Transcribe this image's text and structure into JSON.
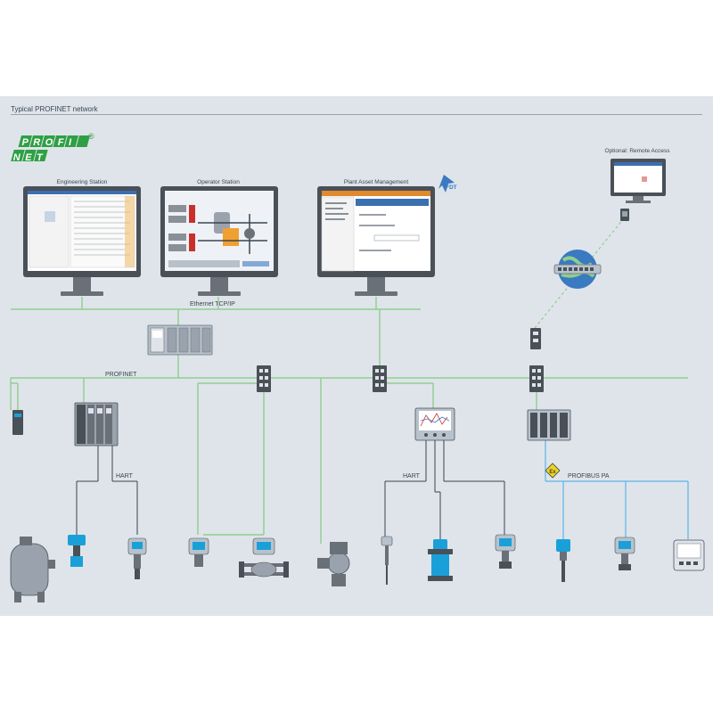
{
  "header": {
    "title": "Typical PROFINET network"
  },
  "logo": {
    "line1": "PROFI",
    "line2": "NET",
    "mark": "®"
  },
  "fdt_logo": "FDT",
  "stations": {
    "engineering": "Engineering Station",
    "operator": "Operator Station",
    "asset": "Plant Asset Management",
    "remote": "Optional: Remote Access"
  },
  "networks": {
    "ethernet": "Ethernet TCP/IP",
    "profinet": "PROFINET",
    "hart_left": "HART",
    "hart_right": "HART",
    "profibus": "PROFIBUS PA",
    "ex": "Ex"
  },
  "colors": {
    "panel": "#dfe4ea",
    "ethernet_line": "#8fce8f",
    "profinet_line": "#8fce8f",
    "hart_line": "#3a4450",
    "profibus_line": "#5ab4e6",
    "device_blue": "#1aa0d8",
    "profinet_logo": "#2ea043",
    "ex_badge": "#f2d21b"
  },
  "icons": [
    "plc-icon",
    "switch-icon",
    "globe-icon",
    "remote-io-icon",
    "recorder-icon",
    "tank-icon",
    "transmitter-icon",
    "flowmeter-icon",
    "pump-icon",
    "display-icon"
  ]
}
